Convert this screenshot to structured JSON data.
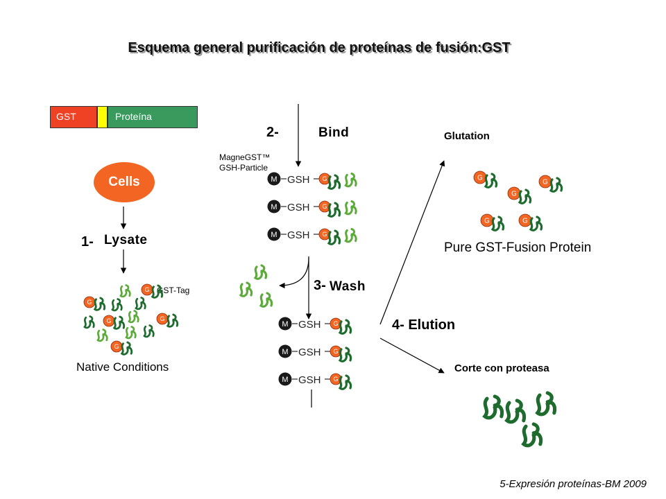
{
  "title": "Esquema general purificación de proteínas de fusión:GST",
  "construct": {
    "gst_label": "GST",
    "protein_label": "Proteína"
  },
  "step1": {
    "number": "1-",
    "cells_label": "Cells",
    "lysate_label": "Lysate",
    "tag_label": "GST-Tag",
    "conditions_label": "Native Conditions"
  },
  "step2": {
    "number": "2-",
    "word": "Bind",
    "particle_label_1": "MagneGST™",
    "particle_label_2": "GSH-Particle"
  },
  "step3": {
    "number": "3-",
    "word": "Wash"
  },
  "step4": {
    "label": "4- Elution"
  },
  "outcomes": {
    "glutation_label": "Glutation",
    "pure_label": "Pure GST-Fusion Protein",
    "protease_label": "Corte con proteasa"
  },
  "particle": {
    "m_label": "M",
    "gsh_label": "GSH",
    "g_label": "G"
  },
  "footer": "5-Expresión proteínas-BM 2009",
  "colors": {
    "gst_red": "#ef4124",
    "g_orange": "#f26522",
    "linker_yellow": "#ffff00",
    "protein_green": "#3a9a5e",
    "dark_green": "#1e6b2e",
    "light_green": "#5cab3a"
  }
}
